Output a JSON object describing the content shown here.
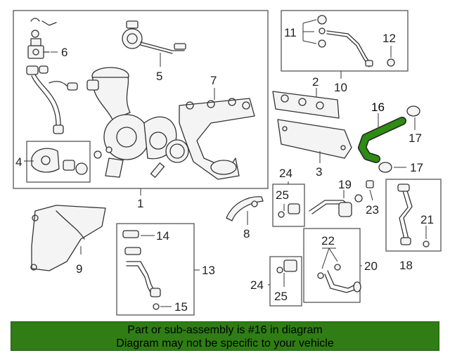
{
  "colors": {
    "highlight_part": "#2e8b14",
    "banner_background": "#2f7d14",
    "line_color": "#333333"
  },
  "callouts": {
    "c1": "1",
    "c2": "2",
    "c3": "3",
    "c4": "4",
    "c5": "5",
    "c6": "6",
    "c7": "7",
    "c8": "8",
    "c9": "9",
    "c10": "10",
    "c11": "11",
    "c12": "12",
    "c13": "13",
    "c14": "14",
    "c15": "15",
    "c16": "16",
    "c17a": "17",
    "c17b": "17",
    "c18": "18",
    "c19": "19",
    "c20": "20",
    "c21": "21",
    "c22": "22",
    "c23": "23",
    "c24a": "24",
    "c24b": "24",
    "c25a": "25",
    "c25b": "25"
  },
  "highlighted_part": "16",
  "banner": {
    "line1": "Part or sub-assembly is #16 in diagram",
    "line2": "Diagram may not be specific to your vehicle"
  }
}
